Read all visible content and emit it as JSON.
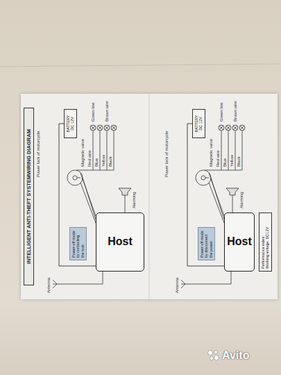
{
  "diagram": {
    "title": "INTELLIGENT ANTI-THEFT SYSTEMWIRING DIAGRAM",
    "nodes": [
      {
        "text": [
          "BATTERY DC 12V"
        ]
      },
      {
        "text": [
          "Power-off mode by contacting the lock"
        ]
      },
      {
        "text": [
          "Host"
        ]
      },
      {
        "text": [
          "BATTERY DC 12V"
        ]
      },
      {
        "text": [
          "Power-off mode by disconnect the power"
        ]
      },
      {
        "text": [
          "Host"
        ]
      },
      {
        "text": [
          "Performance index:",
          "Working voltage: DC12V"
        ]
      }
    ],
    "edges": [
      {
        "from": 2,
        "to": 0,
        "arrow": "none"
      },
      {
        "from": 5,
        "to": 3,
        "arrow": "none"
      }
    ],
    "labels": [
      "Power lock of motorcycle",
      "Magnetic valve",
      "Red wire",
      "Blue",
      "Yellow",
      "Black",
      "Green line",
      "Brown wire",
      "Antenna",
      "Alarming",
      "Power lock of motorcycle",
      "Magnetic valve",
      "Red wire",
      "Blue",
      "Yellow",
      "Black",
      "Green line",
      "Brown wire",
      "Antenna",
      "Alarming",
      "Avito"
    ]
  }
}
